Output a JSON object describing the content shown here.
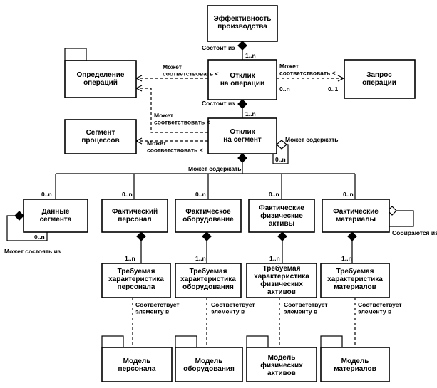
{
  "boxes": {
    "efficiency": {
      "lines": [
        "Эффективность",
        "производства"
      ]
    },
    "opdef": {
      "lines": [
        "Определение",
        "операций"
      ]
    },
    "opresp": {
      "lines": [
        "Отклик",
        "на операции"
      ]
    },
    "opreq": {
      "lines": [
        "Запрос",
        "операции"
      ]
    },
    "procseg": {
      "lines": [
        "Сегмент",
        "процессов"
      ]
    },
    "segresp": {
      "lines": [
        "Отклик",
        "на сегмент"
      ]
    },
    "segdata": {
      "lines": [
        "Данные",
        "сегмента"
      ]
    },
    "actpers": {
      "lines": [
        "Фактический",
        "персонал"
      ]
    },
    "actequip": {
      "lines": [
        "Фактическое",
        "оборудование"
      ]
    },
    "actassets": {
      "lines": [
        "Фактические",
        "физические",
        "активы"
      ]
    },
    "actmat": {
      "lines": [
        "Фактические",
        "материалы"
      ]
    },
    "reqpers": {
      "lines": [
        "Требуемая",
        "характеристика",
        "персонала"
      ]
    },
    "reqequip": {
      "lines": [
        "Требуемая",
        "характеристика",
        "оборудования"
      ]
    },
    "reqassets": {
      "lines": [
        "Требуемая",
        "характеристика",
        "физических",
        "активов"
      ]
    },
    "reqmat": {
      "lines": [
        "Требуемая",
        "характеристика",
        "материалов"
      ]
    },
    "modpers": {
      "lines": [
        "Модель",
        "персонала"
      ]
    },
    "modequip": {
      "lines": [
        "Модель",
        "оборудования"
      ]
    },
    "modassets": {
      "lines": [
        "Модель",
        "физических",
        "активов"
      ]
    },
    "modmat": {
      "lines": [
        "Модель",
        "материалов"
      ]
    }
  },
  "labels": {
    "consists_of_1": "Состоит из",
    "consists_of_2": "Состоит из",
    "mult_1n_a": "1..n",
    "mult_1n_b": "1..n",
    "may_match_opdef": [
      "Может",
      "соответствовать <"
    ],
    "may_match_opreq": [
      "Может",
      "соответствовать <"
    ],
    "mult_0n_opreq": "0..n",
    "mult_01_opreq": "0..1",
    "may_match_seg_opdef": [
      "Может",
      "соответствовать <"
    ],
    "may_match_seg_proc": [
      "Может",
      "соответствовать <"
    ],
    "may_contain_self": "Может содержать",
    "mult_0n_self": "0..n",
    "may_contain": "Может содержать",
    "mult_0n_segdata": "0..n",
    "mult_0n_pers": "0..n",
    "mult_0n_equip": "0..n",
    "mult_0n_assets": "0..n",
    "mult_0n_mat": "0..n",
    "mult_0n_segdata_self": "0..n",
    "may_consist_of": "Может состоять из",
    "assembled_from": "Собираются из",
    "mult_1n_pers": "1..n",
    "mult_1n_equip": "1..n",
    "mult_1n_assets": "1..n",
    "mult_1n_mat": "1..n",
    "corresponds_pers": [
      "Соответствует",
      "элементу в"
    ],
    "corresponds_equip": [
      "Соответствует",
      "элементу в"
    ],
    "corresponds_assets": [
      "Соответствует",
      "элементу в"
    ],
    "corresponds_mat": [
      "Соответствует",
      "элементу в"
    ]
  }
}
